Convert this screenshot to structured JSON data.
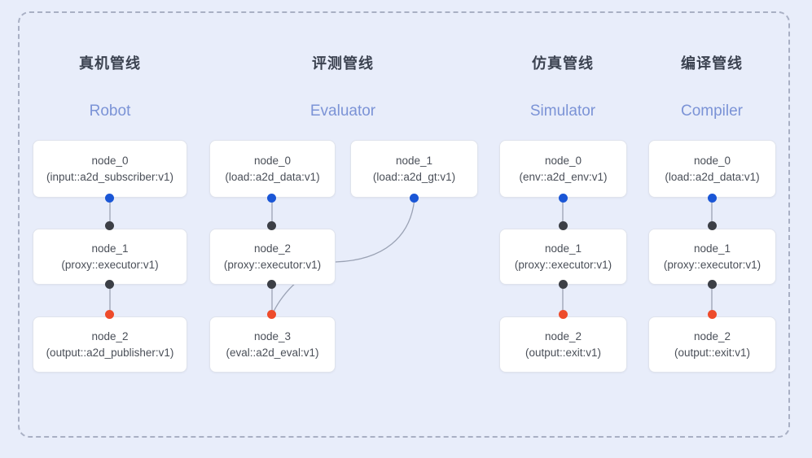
{
  "diagram": {
    "background_color": "#e8edfa",
    "frame_border_color": "#a9b0c4",
    "port_colors": {
      "input": "#1a56d6",
      "middle": "#3c3f46",
      "output": "#ee4b2b"
    },
    "edge_color": "#9aa2b4",
    "title_cn_color": "#3b4250",
    "title_en_color": "#7b93d6"
  },
  "columns": [
    {
      "id": "robot",
      "title_cn": "真机管线",
      "title_en": "Robot",
      "nodes": [
        {
          "id": "robot-node-0",
          "name": "node_0",
          "spec": "(input::a2d_subscriber:v1)"
        },
        {
          "id": "robot-node-1",
          "name": "node_1",
          "spec": "(proxy::executor:v1)"
        },
        {
          "id": "robot-node-2",
          "name": "node_2",
          "spec": "(output::a2d_publisher:v1)"
        }
      ]
    },
    {
      "id": "evaluator",
      "title_cn": "评测管线",
      "title_en": "Evaluator",
      "nodes": [
        {
          "id": "eval-node-0",
          "name": "node_0",
          "spec": "(load::a2d_data:v1)"
        },
        {
          "id": "eval-node-1",
          "name": "node_1",
          "spec": "(load::a2d_gt:v1)"
        },
        {
          "id": "eval-node-2",
          "name": "node_2",
          "spec": "(proxy::executor:v1)"
        },
        {
          "id": "eval-node-3",
          "name": "node_3",
          "spec": "(eval::a2d_eval:v1)"
        }
      ]
    },
    {
      "id": "simulator",
      "title_cn": "仿真管线",
      "title_en": "Simulator",
      "nodes": [
        {
          "id": "sim-node-0",
          "name": "node_0",
          "spec": "(env::a2d_env:v1)"
        },
        {
          "id": "sim-node-1",
          "name": "node_1",
          "spec": "(proxy::executor:v1)"
        },
        {
          "id": "sim-node-2",
          "name": "node_2",
          "spec": "(output::exit:v1)"
        }
      ]
    },
    {
      "id": "compiler",
      "title_cn": "编译管线",
      "title_en": "Compiler",
      "nodes": [
        {
          "id": "comp-node-0",
          "name": "node_0",
          "spec": "(load::a2d_data:v1)"
        },
        {
          "id": "comp-node-1",
          "name": "node_1",
          "spec": "(proxy::executor:v1)"
        },
        {
          "id": "comp-node-2",
          "name": "node_2",
          "spec": "(output::exit:v1)"
        }
      ]
    }
  ]
}
